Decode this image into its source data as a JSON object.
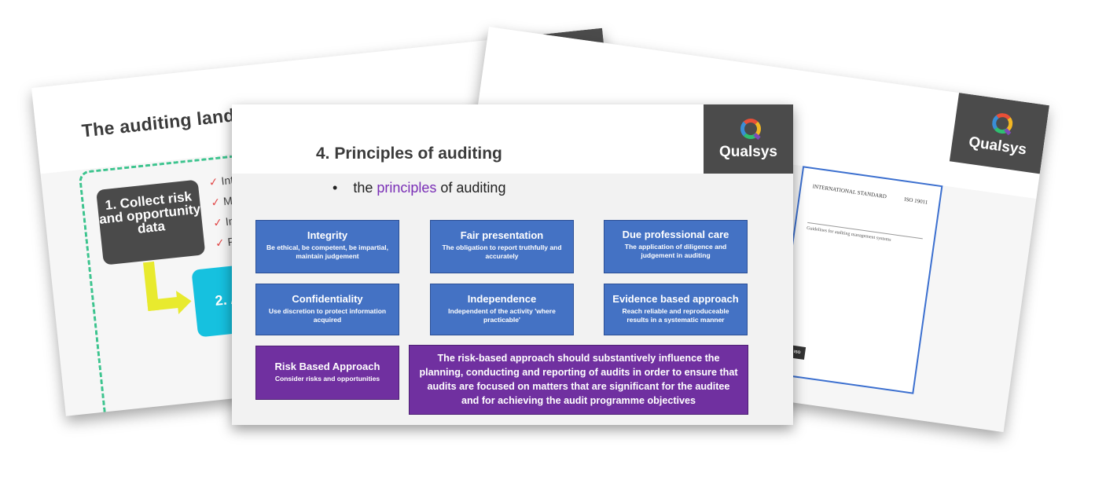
{
  "brand": {
    "name": "Qualsys",
    "logo_bg": "#4b4b4b",
    "accent_purple": "#7030a0",
    "card_blue": "#4472c4"
  },
  "slide_left": {
    "title": "The auditing lands",
    "collect_label": "1. Collect risk and opportunity data",
    "checklist": [
      "Intern",
      "Macro",
      "Insp",
      "Polic"
    ],
    "audit_label": "2. Au"
  },
  "slide_right": {
    "doc_left_heading": "INTERNATIONAL STANDARD",
    "doc_right_heading": "ISO 19011",
    "doc_title": "Guidelines for auditing management systems",
    "doc_iso_mark": "ISO"
  },
  "slide_center": {
    "title": "4. Principles of auditing",
    "bullet": {
      "marker": "•",
      "pre": "the ",
      "highlight": "principles",
      "post": " of auditing"
    },
    "cards": {
      "integrity": {
        "title": "Integrity",
        "desc": "Be ethical, be competent, be impartial, maintain judgement"
      },
      "fair": {
        "title": "Fair presentation",
        "desc": "The obligation to report truthfully and accurately"
      },
      "due": {
        "title": "Due professional care",
        "desc": "The application of diligence and judgement in auditing"
      },
      "confidential": {
        "title": "Confidentiality",
        "desc": "Use discretion to protect information acquired"
      },
      "independence": {
        "title": "Independence",
        "desc": "Independent of the activity 'where practicable'"
      },
      "evidence": {
        "title": "Evidence based approach",
        "desc": "Reach reliable and reproduceable results in a systematic manner"
      },
      "risk": {
        "title": "Risk Based Approach",
        "desc": "Consider risks and opportunities"
      }
    },
    "risk_statement": "The risk-based approach should substantively influence the planning, conducting and reporting of audits in order to ensure that audits are focused on matters that are significant for the auditee and for achieving the audit programme objectives"
  }
}
